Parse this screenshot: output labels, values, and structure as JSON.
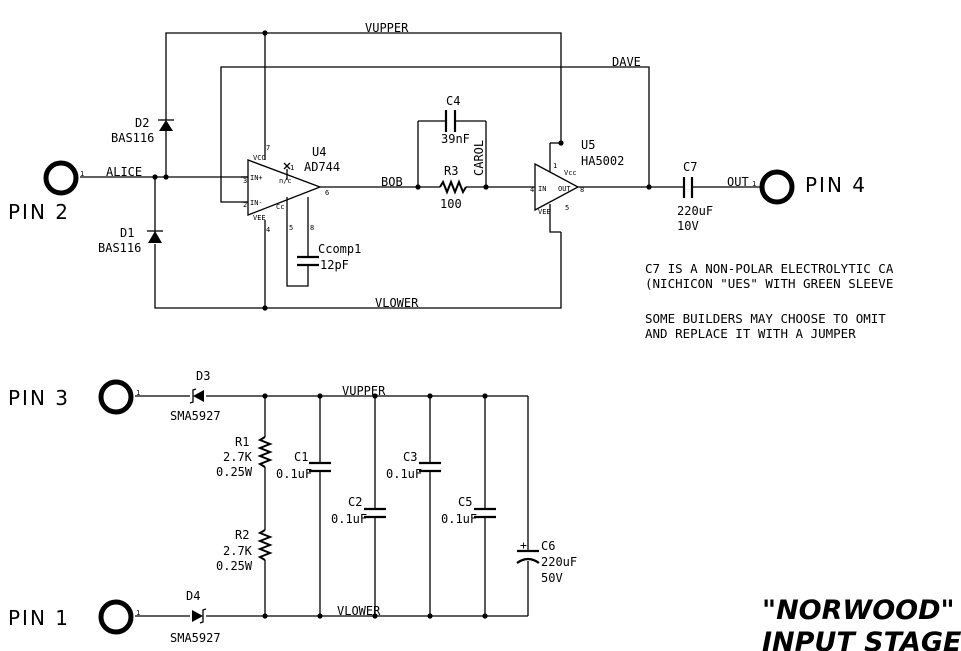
{
  "pins": {
    "pin2": "PIN 2",
    "pin3": "PIN 3",
    "pin1": "PIN 1",
    "pin4": "PIN 4",
    "pin_number": "1"
  },
  "nets": {
    "vupper": "VUPPER",
    "vlower": "VLOWER",
    "dave": "DAVE",
    "alice": "ALICE",
    "bob": "BOB",
    "carol": "CAROL",
    "out": "OUT"
  },
  "parts": {
    "d2": {
      "ref": "D2",
      "value": "BAS116"
    },
    "d1": {
      "ref": "D1",
      "value": "BAS116"
    },
    "u4": {
      "ref": "U4",
      "value": "AD744",
      "pins": {
        "vcc": "VCC",
        "vee": "VEE",
        "inp": "IN+",
        "inm": "IN-",
        "nc": "n/c",
        "cc": "Cc",
        "p7": "7",
        "p3": "3",
        "p2": "2",
        "p4": "4",
        "p6": "6",
        "p5": "5",
        "p8": "8",
        "p1": "1"
      }
    },
    "ccomp1": {
      "ref": "Ccomp1",
      "value": "12pF"
    },
    "c4": {
      "ref": "C4",
      "value": "39nF"
    },
    "r3": {
      "ref": "R3",
      "value": "100"
    },
    "u5": {
      "ref": "U5",
      "value": "HA5002",
      "pins": {
        "vcc": "Vcc",
        "vee": "VEE",
        "in": "IN",
        "out": "OUT",
        "p1": "1",
        "p4": "4",
        "p8": "8",
        "p5": "5"
      }
    },
    "c7": {
      "ref": "C7",
      "value": "220uF",
      "voltage": "10V"
    },
    "d3": {
      "ref": "D3",
      "value": "SMA5927"
    },
    "d4": {
      "ref": "D4",
      "value": "SMA5927"
    },
    "r1": {
      "ref": "R1",
      "value": "2.7K",
      "power": "0.25W"
    },
    "r2": {
      "ref": "R2",
      "value": "2.7K",
      "power": "0.25W"
    },
    "c1": {
      "ref": "C1",
      "value": "0.1uF"
    },
    "c2": {
      "ref": "C2",
      "value": "0.1uF"
    },
    "c3": {
      "ref": "C3",
      "value": "0.1uF"
    },
    "c5": {
      "ref": "C5",
      "value": "0.1uF"
    },
    "c6": {
      "ref": "C6",
      "value": "220uF",
      "voltage": "50V",
      "polarity": "+"
    }
  },
  "notes": [
    "C7 IS A NON-POLAR ELECTROLYTIC CA",
    "(NICHICON \"UES\" WITH GREEN SLEEVE",
    "SOME BUILDERS MAY CHOOSE TO OMIT",
    "AND REPLACE IT WITH A JUMPER"
  ],
  "title": {
    "line1": "\"NORWOOD\"",
    "line2": "INPUT STAGE"
  }
}
